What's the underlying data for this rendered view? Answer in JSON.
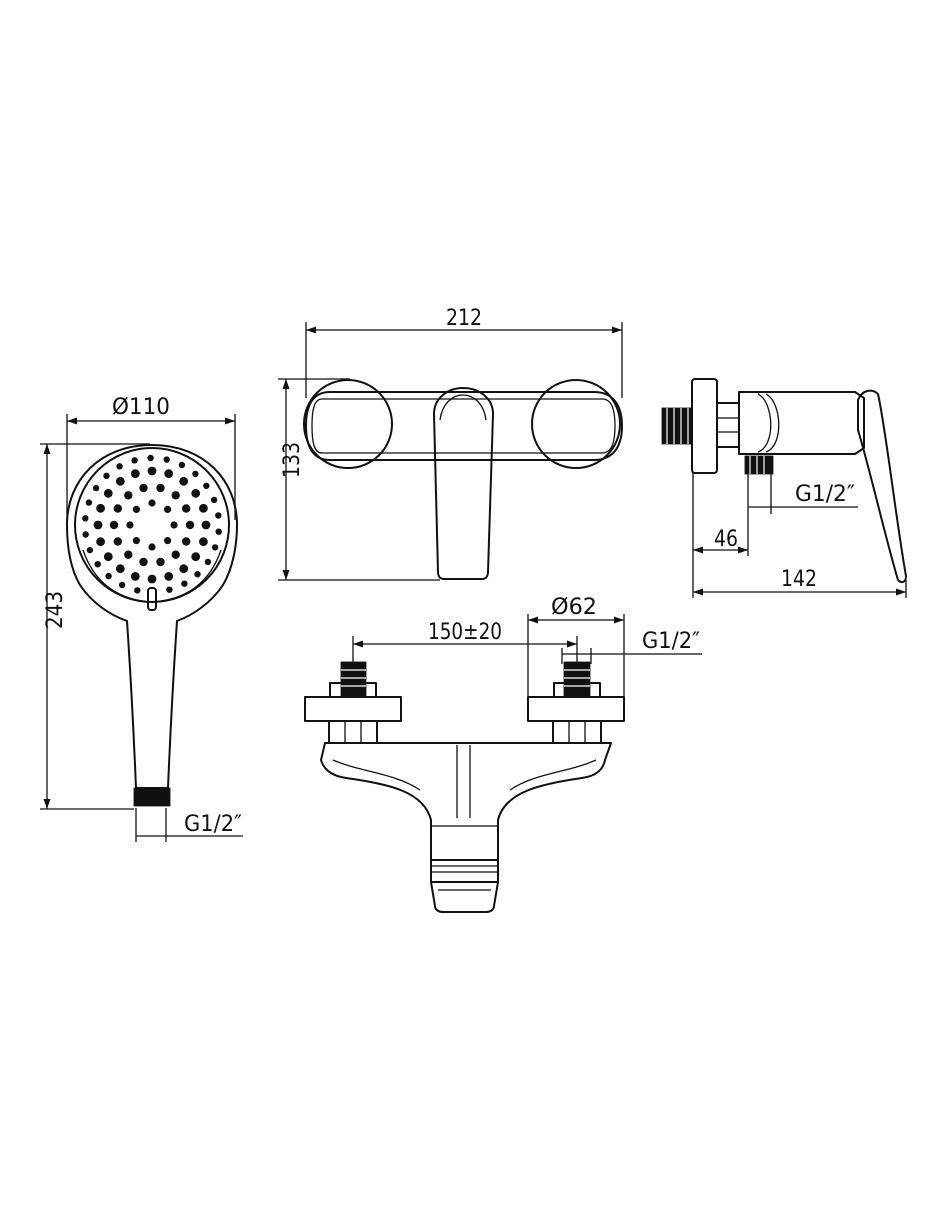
{
  "handshower": {
    "diameter_label": "Ø110",
    "height_label": "243",
    "thread_label": "G1/2″"
  },
  "front_view": {
    "width_label": "212",
    "height_label": "133"
  },
  "side_view": {
    "thread_label": "G1/2″",
    "offset_label": "46",
    "depth_label": "142"
  },
  "top_view": {
    "center_distance_label": "150±20",
    "flange_diameter_label": "Ø62",
    "thread_label": "G1/2″"
  },
  "colors": {
    "line": "#111111",
    "background": "#ffffff"
  }
}
